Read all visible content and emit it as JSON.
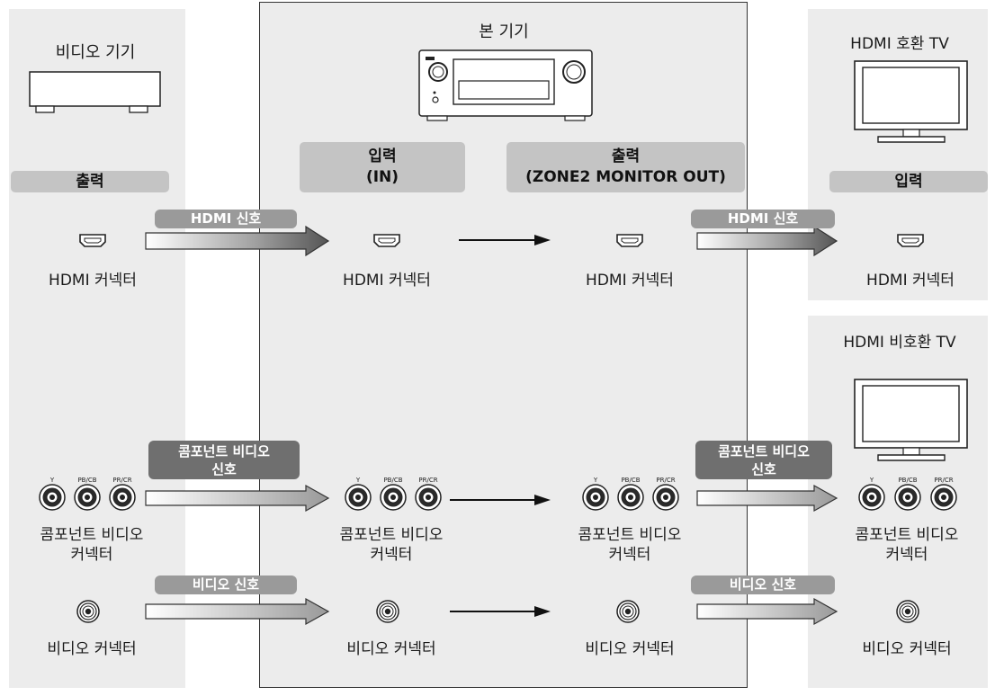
{
  "devices": {
    "video_device": "비디오 기기",
    "main_unit": "본 기기",
    "hdmi_tv": "HDMI 호환 TV",
    "non_hdmi_tv": "HDMI 비호환 TV"
  },
  "labels": {
    "output": "출력",
    "input": "입력",
    "main_input": "입력\n(IN)",
    "main_output": "출력\n(ZONE2 MONITOR OUT)"
  },
  "signals": {
    "hdmi": "HDMI 신호",
    "component": "콤포넌트 비디오\n신호",
    "video": "비디오 신호"
  },
  "connectors": {
    "hdmi": "HDMI 커넥터",
    "component": "콤포넌트 비디오\n커넥터",
    "video": "비디오 커넥터",
    "jack_y": "Y",
    "jack_pb": "PB/CB",
    "jack_pr": "PR/CR"
  },
  "colors": {
    "panel": "#ececec",
    "pill": "#9a9a9a",
    "pill_dark": "#6f6f6f",
    "box": "#c4c4c4"
  }
}
